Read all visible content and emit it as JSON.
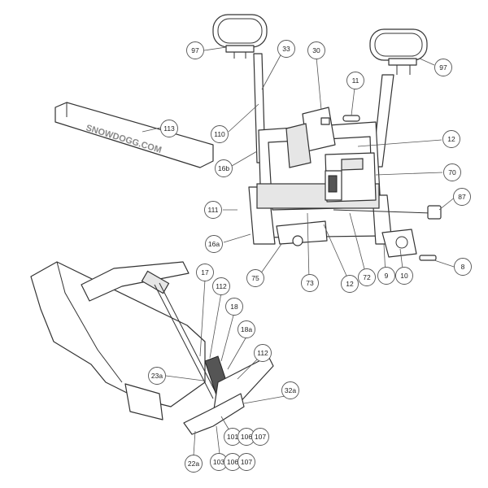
{
  "diagram": {
    "brand_label": "SNOWDOGG.COM",
    "callouts": [
      {
        "id": "c97a",
        "label": "97"
      },
      {
        "id": "c33",
        "label": "33"
      },
      {
        "id": "c30",
        "label": "30"
      },
      {
        "id": "c97b",
        "label": "97"
      },
      {
        "id": "c11",
        "label": "11"
      },
      {
        "id": "c110",
        "label": "110"
      },
      {
        "id": "c113",
        "label": "113"
      },
      {
        "id": "c12a",
        "label": "12"
      },
      {
        "id": "c16b",
        "label": "16b"
      },
      {
        "id": "c70",
        "label": "70"
      },
      {
        "id": "c111",
        "label": "111"
      },
      {
        "id": "c87",
        "label": "87"
      },
      {
        "id": "c16a",
        "label": "16a"
      },
      {
        "id": "c8",
        "label": "8"
      },
      {
        "id": "c75",
        "label": "75"
      },
      {
        "id": "c73",
        "label": "73"
      },
      {
        "id": "c12b",
        "label": "12"
      },
      {
        "id": "c72",
        "label": "72"
      },
      {
        "id": "c9",
        "label": "9"
      },
      {
        "id": "c10",
        "label": "10"
      },
      {
        "id": "c17",
        "label": "17"
      },
      {
        "id": "c112a",
        "label": "112"
      },
      {
        "id": "c18",
        "label": "18"
      },
      {
        "id": "c18a",
        "label": "18a"
      },
      {
        "id": "c23a",
        "label": "23a"
      },
      {
        "id": "c112b",
        "label": "112"
      },
      {
        "id": "c32a",
        "label": "32a"
      },
      {
        "id": "c101",
        "label": "101"
      },
      {
        "id": "c106a",
        "label": "106"
      },
      {
        "id": "c107a",
        "label": "107"
      },
      {
        "id": "c22a",
        "label": "22a"
      },
      {
        "id": "c103",
        "label": "103"
      },
      {
        "id": "c106b",
        "label": "106"
      },
      {
        "id": "c107b",
        "label": "107"
      }
    ]
  }
}
